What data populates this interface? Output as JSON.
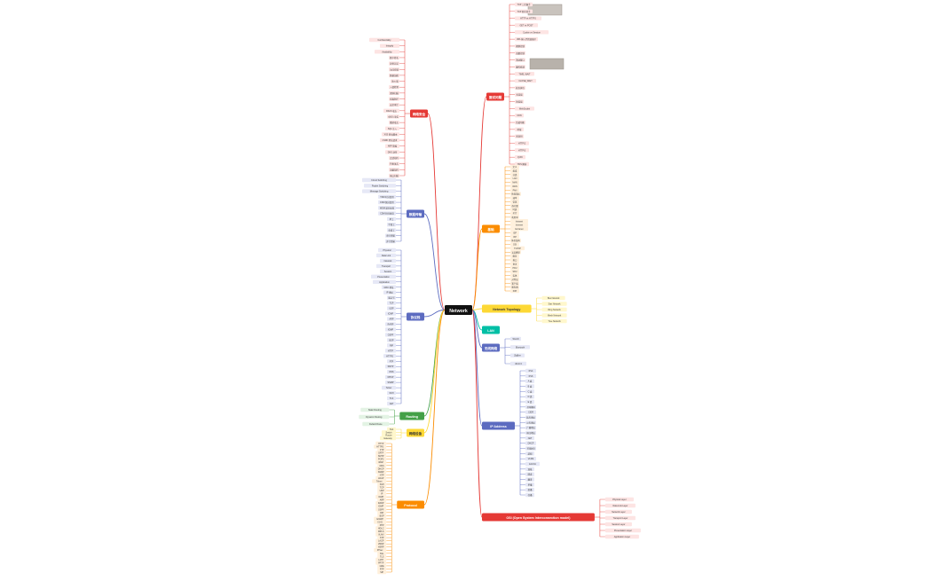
{
  "root": {
    "label": "Network",
    "color": "#111111"
  },
  "branches": [
    {
      "id": "sec",
      "label": "网络安全",
      "color": "#e53935",
      "items": [
        "Confidentiality",
        "Integrity",
        "Availability",
        "数字签名",
        "身份认证",
        "访问控制",
        "数据加密",
        "防火墙",
        "入侵检测",
        "漏洞扫描",
        "病毒防护",
        "安全审计",
        "DDoS 攻击",
        "中间人攻击",
        "重放攻击",
        "SQL 注入",
        "XSS 跨站脚本",
        "CSRF 跨站请求",
        "ARP 欺骗",
        "DNS 劫持",
        "会话劫持",
        "钓鱼攻击",
        "流量劫持",
        "端口扫描"
      ]
    },
    {
      "id": "trans",
      "label": "数据传输",
      "color": "#5c6bc0",
      "items": [
        "Circuit Switching",
        "Packet Switching",
        "Message Switching",
        "TDM 时分复用",
        "FDM 频分复用",
        "WDM 波分复用",
        "CDM 码分复用",
        "单工",
        "半双工",
        "全双工",
        "串行传输",
        "并行传输"
      ]
    },
    {
      "id": "proto",
      "label": "协议栈",
      "color": "#5c6bc0",
      "items": [
        "Physical",
        "Data Link",
        "Network",
        "Transport",
        "Session",
        "Presentation",
        "Application",
        "MAC 地址",
        "IP 地址",
        "端口号",
        "TCP",
        "UDP",
        "ICMP",
        "ARP",
        "RARP",
        "IGMP",
        "OSPF",
        "BGP",
        "RIP",
        "HTTP",
        "HTTPS",
        "FTP",
        "SMTP",
        "DNS",
        "DHCP",
        "SNMP",
        "Telnet",
        "SSH",
        "TLS",
        "NAT"
      ]
    },
    {
      "id": "routing",
      "label": "Routing",
      "color": "#43a047",
      "items": [
        "Static Routing",
        "Dynamic Routing",
        "Default Route"
      ]
    },
    {
      "id": "dev",
      "label": "网络设备",
      "color": "#fdd835",
      "items": [
        "Hub",
        "Switch",
        "Router",
        "Gateway"
      ]
    },
    {
      "id": "protocols",
      "label": "Protocol",
      "color": "#fb8c00",
      "items": [
        "HTTP",
        "HTTPS",
        "FTP",
        "SFTP",
        "SMTP",
        "POP3",
        "IMAP",
        "DNS",
        "DHCP",
        "SNMP",
        "NTP",
        "LDAP",
        "Telnet",
        "SSH",
        "TCP",
        "UDP",
        "IP",
        "ICMP",
        "ARP",
        "RARP",
        "IGMP",
        "OSPF",
        "RIP",
        "BGP",
        "EIGRP",
        "IS-IS",
        "PPP",
        "HDLC",
        "MPLS",
        "VLAN",
        "STP",
        "LACP",
        "VRRP",
        "HSRP",
        "IPSec",
        "SSL",
        "TLS",
        "L2TP",
        "PPTP",
        "GRE",
        "RTP",
        "SIP"
      ]
    },
    {
      "id": "interview",
      "label": "面试问题",
      "color": "#e53935",
      "items": [
        "TCP 三次握手",
        "TCP 四次挥手",
        "HTTP vs HTTPS",
        "GET vs POST",
        "Cookie vs Session",
        "URL 输入到页面展示",
        "拥塞控制",
        "流量控制",
        "滑动窗口",
        "重传机制",
        "TIME_WAIT",
        "CLOSE_WAIT",
        "粘包拆包",
        "长连接",
        "短连接",
        "WebSocket",
        "CDN",
        "负载均衡",
        "跨域",
        "状态码",
        "HTTP/2",
        "HTTP/3",
        "QUIC",
        "DNS 解析"
      ]
    },
    {
      "id": "basic",
      "label": "基础",
      "color": "#fb8c00",
      "items": [
        "定义",
        "组成",
        "分类",
        "LAN",
        "MAN",
        "WAN",
        "PAN",
        "性能指标",
        "速率",
        "带宽",
        "吞吐量",
        "时延",
        "RTT",
        "利用率",
        "Intranet",
        "Internet",
        "Extranet",
        "ISP",
        "IXP",
        "体系结构",
        "OSI",
        "TCP/IP",
        "五层模型",
        "服务",
        "接口",
        "协议",
        "PDU",
        "SDU",
        "实体",
        "对等层",
        "客户端",
        "服务器",
        "P2P"
      ]
    },
    {
      "id": "topo",
      "label": "Network Topology",
      "color": "#fdd835",
      "items": [
        "Bus Network",
        "Star Network",
        "Ring Network",
        "Mesh Network",
        "Tree Network"
      ]
    },
    {
      "id": "lan",
      "label": "LAN",
      "color": "#00bfa5",
      "items": []
    },
    {
      "id": "wireless",
      "label": "无线网络",
      "color": "#5c6bc0",
      "items": [
        "WLAN",
        "Bluetooth",
        "ZigBee",
        "Wi-Fi 6"
      ]
    },
    {
      "id": "ipaddr",
      "label": "IP Address",
      "color": "#5c6bc0",
      "items": [
        "IPv4",
        "IPv6",
        "A 类",
        "B 类",
        "C 类",
        "D 类",
        "E 类",
        "子网掩码",
        "CIDR",
        "私有地址",
        "公有地址",
        "广播地址",
        "环回地址",
        "NAT",
        "DHCP",
        "子网划分",
        "超网",
        "VLSM",
        "EUI-64",
        "双栈",
        "隧道",
        "翻译",
        "单播",
        "组播",
        "任播"
      ]
    },
    {
      "id": "osi",
      "label": "OSI (Open System Interconnection model)",
      "color": "#e53935",
      "items": [
        "Physical Layer",
        "Data Link Layer",
        "Network Layer",
        "Transport Layer",
        "Session Layer",
        "Presentation Layer",
        "Application Layer"
      ]
    }
  ]
}
